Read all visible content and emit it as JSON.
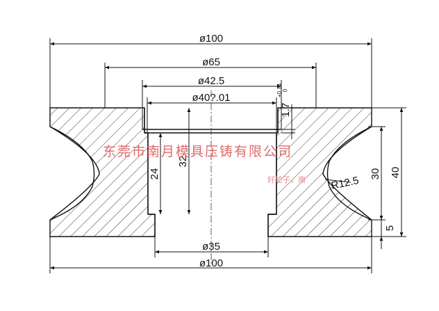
{
  "dimensions": {
    "top_outer_diameter": "ø100",
    "flange_diameter": "ø65",
    "counterbore_diameter": "ø42.5",
    "bore_diameter": "ø40?.01",
    "step_depth": "1.7",
    "step_tol_upper": "+0.14",
    "step_tol_lower": "0",
    "bore_depth": "24",
    "inner_height": "32",
    "radius": "R12.5",
    "groove_height": "30",
    "total_height": "40",
    "bottom_offset": "5",
    "bottom_bore_diameter": "ø35",
    "bottom_outer_diameter": "ø100"
  },
  "watermark": {
    "company": "东莞市南月模具压铸有限公司",
    "tagline": "好轮子，南"
  }
}
